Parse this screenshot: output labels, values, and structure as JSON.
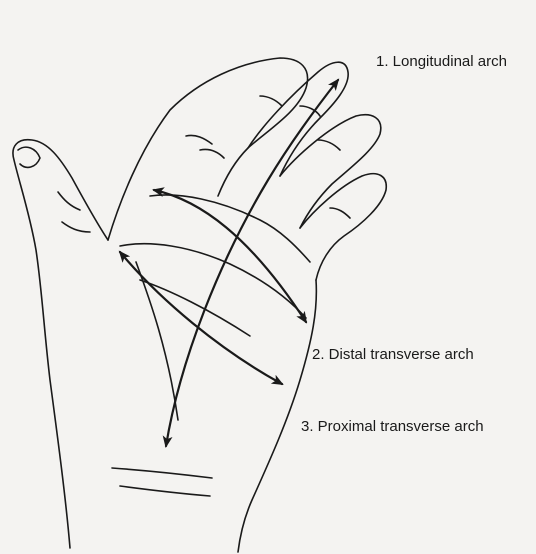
{
  "labels": {
    "longitudinal": "1. Longitudinal arch",
    "distal": "2. Distal transverse arch",
    "proximal": "3. Proximal transverse arch"
  },
  "colors": {
    "background": "#f4f3f1",
    "ink": "#1a1a1a"
  }
}
